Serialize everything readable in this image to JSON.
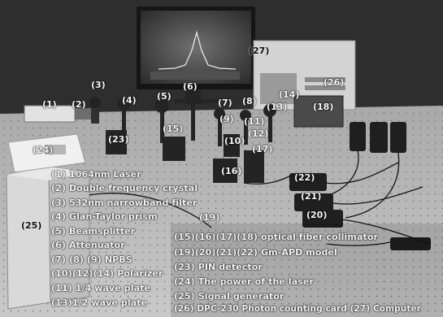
{
  "legend_left": [
    "(1) 1064nm Laser",
    "(2) Double frequency crystal",
    "(3) 532nm narrowband filter",
    "(4) Glan-Taylor prism",
    "(5) Beamsplitter",
    "(6) Attenuator",
    "(7) (8) (9) NPBS",
    "(10)(12)(14) Polarizer",
    "(11) 1/4 wave plate",
    "(13)1/2 wave plate"
  ],
  "legend_right": [
    "(15)(16)(17)(18) optical fiber collimator",
    "(19)(20)(21)(22) Gm-APD model",
    "(23) PIN detector",
    "(24) The power of the laser",
    "(25) Signal generator",
    "(26) DPC-230 Photon counting card  (27) Computer"
  ],
  "tags": {
    "t1": "(1)",
    "t2": "(2)",
    "t3": "(3)",
    "t4": "(4)",
    "t5": "(5)",
    "t6": "(6)",
    "t7": "(7)",
    "t8": "(8)",
    "t9": "(9)",
    "t10": "(10)",
    "t11": "(11)",
    "t12": "(12)",
    "t13": "(13)",
    "t14": "(14)",
    "t15": "(15)",
    "t16": "(16)",
    "t17": "(17)",
    "t18": "(18)",
    "t19": "(19)",
    "t20": "(20)",
    "t21": "(21)",
    "t22": "(22)",
    "t23": "(23)",
    "t24": "(24)",
    "t25": "(25)",
    "t26": "(26)",
    "t27": "(27)"
  }
}
